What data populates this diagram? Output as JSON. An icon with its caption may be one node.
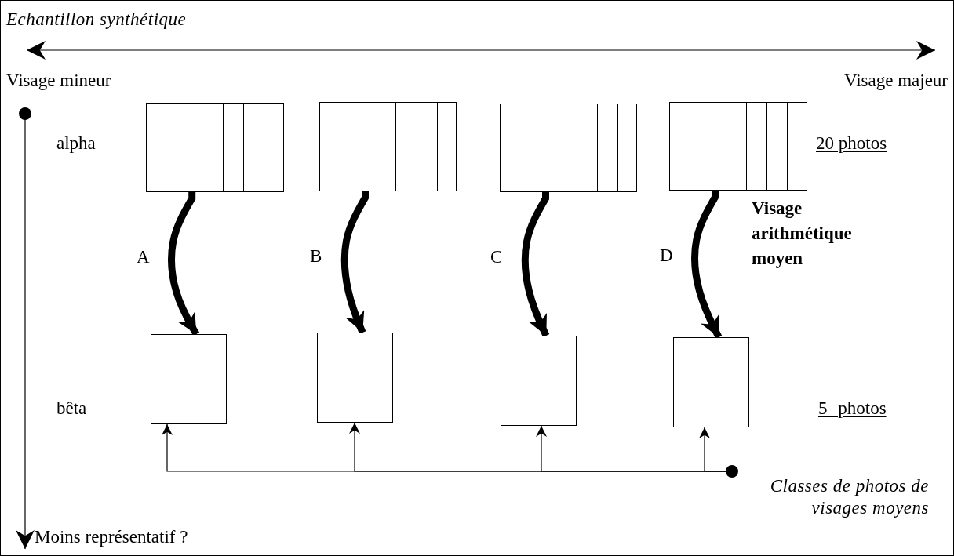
{
  "diagram": {
    "nodes": [
      {
        "text": [],
        "shape": "box"
      },
      {
        "text": [],
        "shape": "box"
      },
      {
        "text": [],
        "shape": "box"
      },
      {
        "text": [],
        "shape": "box"
      },
      {
        "text": [],
        "shape": "box"
      },
      {
        "text": [],
        "shape": "box"
      },
      {
        "text": [],
        "shape": "box"
      },
      {
        "text": [],
        "shape": "box"
      },
      {
        "text": [],
        "shape": "circle",
        "beside": [
          "Classes de photos de visages moyens"
        ]
      }
    ],
    "edges": [
      {
        "from": 0,
        "to": 4,
        "arrow": "to",
        "label": "A",
        "style": "thick"
      },
      {
        "from": 1,
        "to": 5,
        "arrow": "to",
        "label": "B",
        "style": "thick"
      },
      {
        "from": 2,
        "to": 6,
        "arrow": "to",
        "label": "C",
        "style": "thick"
      },
      {
        "from": 3,
        "to": 7,
        "arrow": "to",
        "label": "D",
        "style": "thick"
      },
      {
        "from": 8,
        "to": 4,
        "arrow": "to"
      },
      {
        "from": 8,
        "to": 5,
        "arrow": "to"
      },
      {
        "from": 8,
        "to": 6,
        "arrow": "to"
      },
      {
        "from": 8,
        "to": 7,
        "arrow": "to"
      }
    ],
    "labels": [
      "Echantillon synthétique",
      "Visage mineur",
      "Visage majeur",
      "alpha",
      "20 photos",
      "Visage arithmétique moyen",
      "bêta",
      "5 photos",
      "Moins représentatif ?"
    ]
  }
}
